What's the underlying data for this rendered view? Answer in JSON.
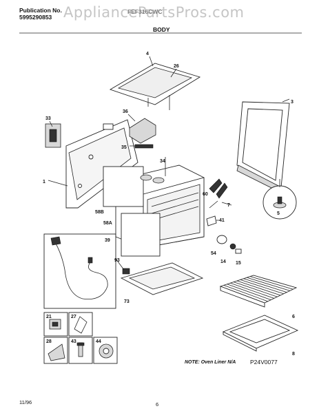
{
  "header": {
    "publication_label": "Publication No.",
    "publication_number": "5995290853",
    "model": "FEF316CWC",
    "section": "BODY"
  },
  "watermark": "AppliancePartsPros.com",
  "note": "NOTE: Oven Liner N/A",
  "drawing_code": "P24V0077",
  "footer": {
    "date": "11/96",
    "page": "6"
  },
  "parts": {
    "p1": "1",
    "p3": "3",
    "p4": "4",
    "p5": "5",
    "p6": "6",
    "p7": "7",
    "p8": "8",
    "p14": "14",
    "p15": "15",
    "p21": "21",
    "p26": "26",
    "p27": "27",
    "p28": "28",
    "p33": "33",
    "p34": "34",
    "p35": "35",
    "p36": "36",
    "p39": "39",
    "p41": "41",
    "p43": "43",
    "p44": "44",
    "p54": "54",
    "p58A": "58A",
    "p58B": "58B",
    "p60": "60",
    "p73": "73",
    "p93": "93"
  }
}
